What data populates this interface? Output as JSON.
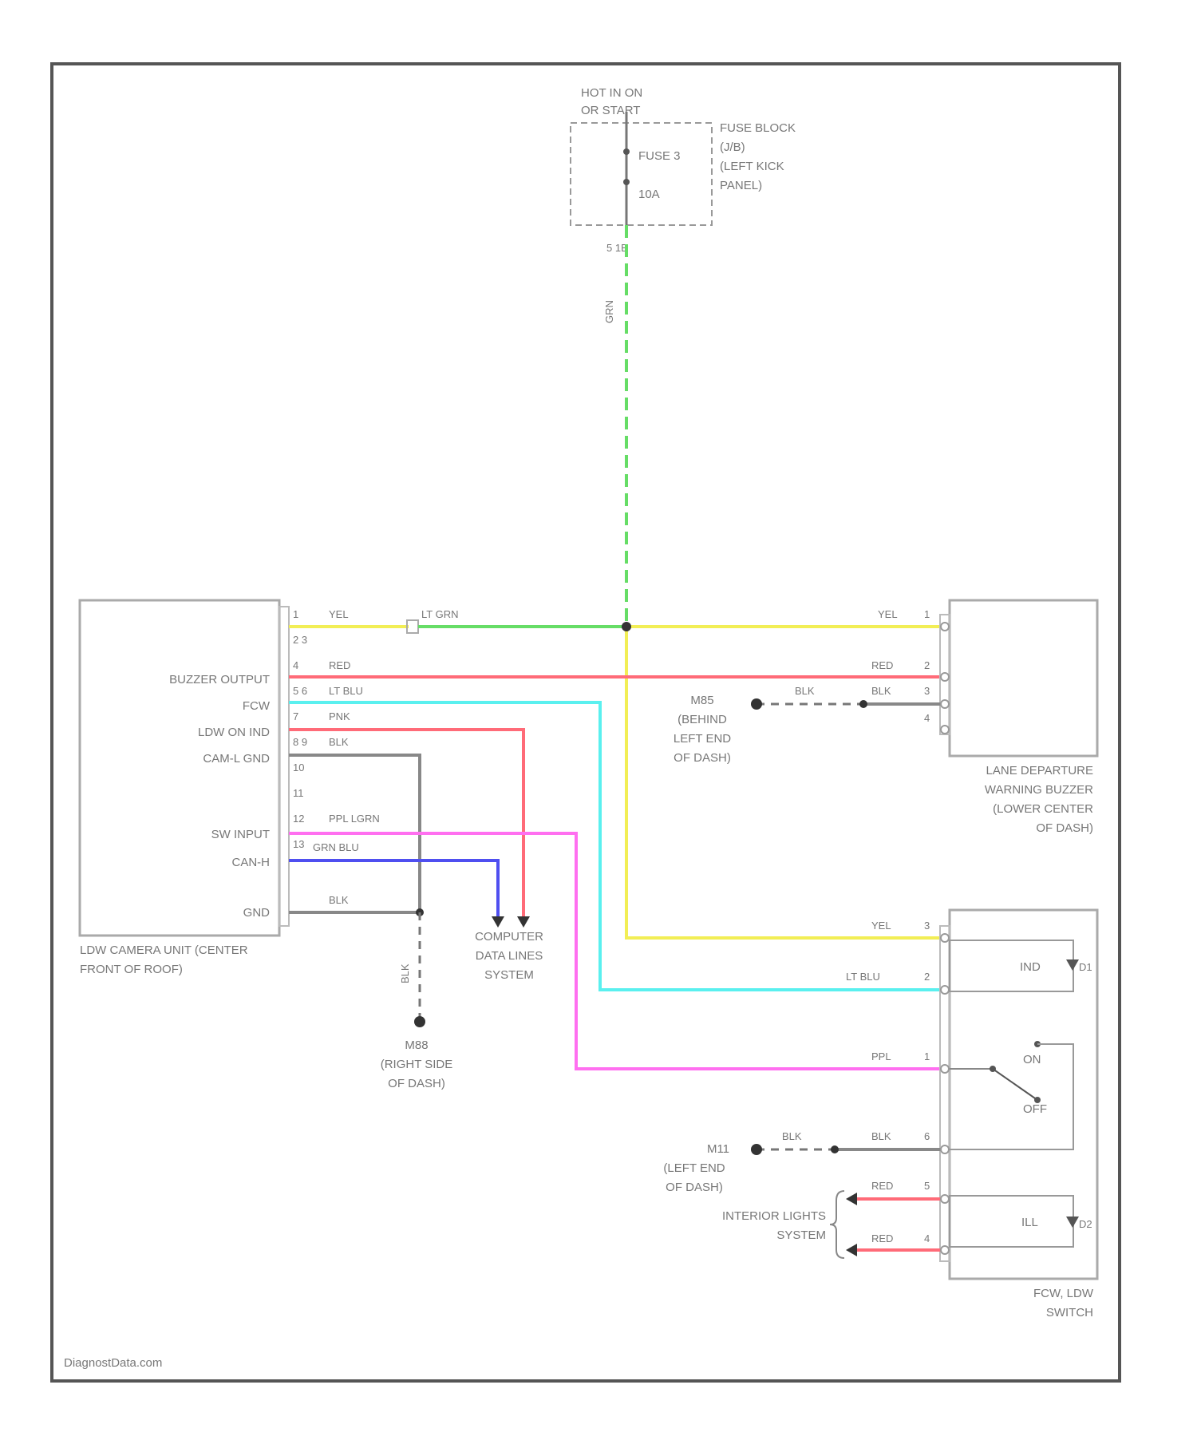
{
  "power": {
    "line1": "HOT IN ON",
    "line2": "OR START"
  },
  "fuse_block": {
    "label_lines": [
      "FUSE BLOCK",
      "(J/B)",
      "(LEFT KICK",
      "PANEL)"
    ],
    "fuse_label": "FUSE 3",
    "fuse_rating": "10A",
    "terminal": "5 1B"
  },
  "feed_wire": {
    "color_label": "GRN",
    "color": "#66dd66"
  },
  "camera_unit": {
    "label_lines": [
      "LDW CAMERA UNIT (CENTER",
      "FRONT OF ROOF)"
    ],
    "pin_labels": {
      "buzzer_output": "BUZZER OUTPUT",
      "fcw": "FCW",
      "ldw_on_ind": "LDW ON IND",
      "camera_ground": "CAM-L GND",
      "sw_input": "SW INPUT",
      "can_h": "CAN-H",
      "gnd": "GND"
    },
    "pins": {
      "p1": "1",
      "p23": "2 3",
      "p4": "4",
      "p56": "5 6",
      "p7": "7",
      "p89": "8 9",
      "p10": "10",
      "p11": "11",
      "p12": "12",
      "p13": "13"
    }
  },
  "wire_labels": {
    "yel": "YEL",
    "lt_grn": "LT GRN",
    "red": "RED",
    "lt_blu": "LT BLU",
    "pnk": "PNK",
    "blk": "BLK",
    "ppl_lgrn": "PPL LGRN",
    "grn_blu": "GRN BLU",
    "ppl": "PPL"
  },
  "buzzer": {
    "label_lines": [
      "LANE DEPARTURE",
      "WARNING BUZZER",
      "(LOWER CENTER",
      "OF DASH)"
    ],
    "pins": {
      "p1": "1",
      "p2": "2",
      "p3": "3",
      "p4": "4"
    }
  },
  "ground_m85": {
    "label_lines": [
      "M85",
      "(BEHIND",
      "LEFT END",
      "OF DASH)"
    ]
  },
  "ground_m88": {
    "label_lines": [
      "M88",
      "(RIGHT SIDE",
      "OF DASH)"
    ]
  },
  "ground_m11": {
    "label_lines": [
      "M11",
      "(LEFT END",
      "OF DASH)"
    ]
  },
  "data_lines": {
    "label_lines": [
      "COMPUTER",
      "DATA LINES",
      "SYSTEM"
    ]
  },
  "interior_lights": {
    "label_lines": [
      "INTERIOR LIGHTS",
      "SYSTEM"
    ]
  },
  "switch": {
    "label_lines": [
      "FCW, LDW",
      "SWITCH"
    ],
    "ind": "IND",
    "ill": "ILL",
    "on": "ON",
    "off": "OFF",
    "d1": "D1",
    "d2": "D2",
    "pins": {
      "p3": "3",
      "p2": "2",
      "p1": "1",
      "p6": "6",
      "p5": "5",
      "p4": "4"
    }
  },
  "watermark": "DiagnostData.com",
  "colors": {
    "yel": "#f2ee55",
    "grn": "#66dd66",
    "red": "#ff6b78",
    "lt_blu": "#5af0ef",
    "pnk": "#ff6b78",
    "blk": "#888888",
    "ppl": "#ff6ff0",
    "blu": "#4f4ff0"
  }
}
